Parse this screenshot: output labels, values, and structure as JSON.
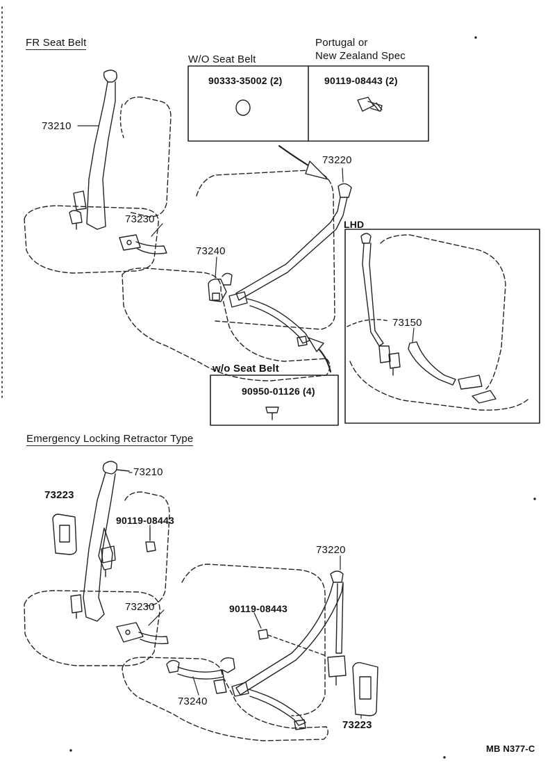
{
  "sections": {
    "fr_seat_belt": "FR Seat Belt",
    "elr_type": "Emergency Locking Retractor Type",
    "lhd": "LHD"
  },
  "box_headers": {
    "wo_seat_belt_upper": "W/O Seat Belt",
    "portugal_line1": "Portugal or",
    "portugal_line2": "New Zealand Spec",
    "wo_seat_belt_lower": "w/o Seat Belt"
  },
  "box_parts": {
    "grommet": "90333-35002 (2)",
    "bolt_upper": "90119-08443 (2)",
    "plug": "90950-01126 (4)"
  },
  "parts_top": {
    "p73210": "73210",
    "p73220": "73220",
    "p73230": "73230",
    "p73240": "73240",
    "p73150": "73150"
  },
  "parts_bottom": {
    "p73223_left": "73223",
    "p73210": "73210",
    "bolt_left": "90119-08443",
    "p73230": "73230",
    "p73220": "73220",
    "bolt_center": "90119-08443",
    "p73240": "73240",
    "p73223_right": "73223"
  },
  "figure_code": "MB N377-C"
}
